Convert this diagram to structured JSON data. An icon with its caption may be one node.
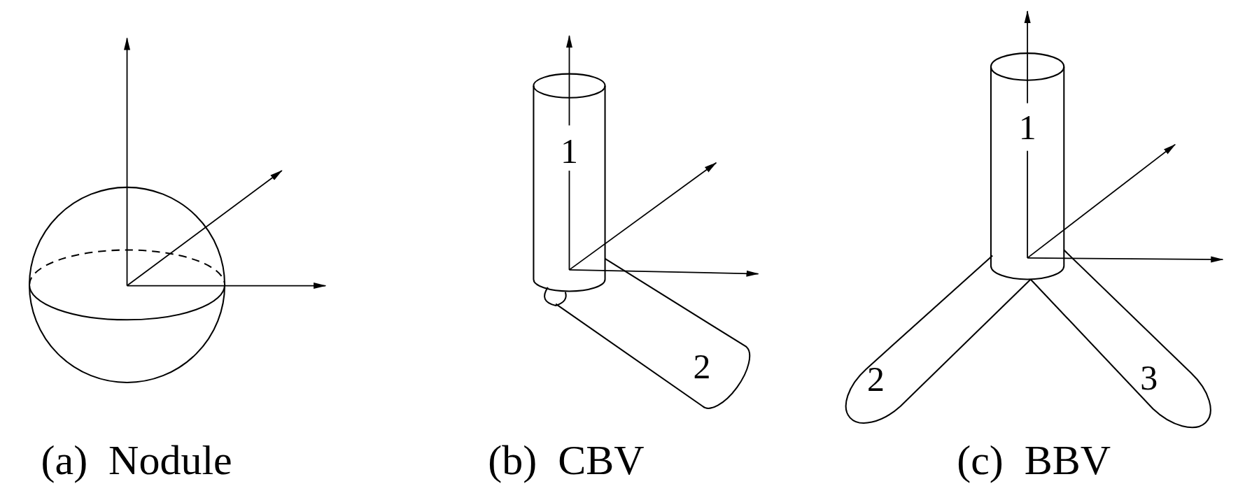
{
  "diagram": {
    "labels": [
      "1",
      "2",
      "1",
      "2",
      "3",
      "(a)  Nodule",
      "(b)  CBV",
      "(c)  BBV"
    ]
  }
}
